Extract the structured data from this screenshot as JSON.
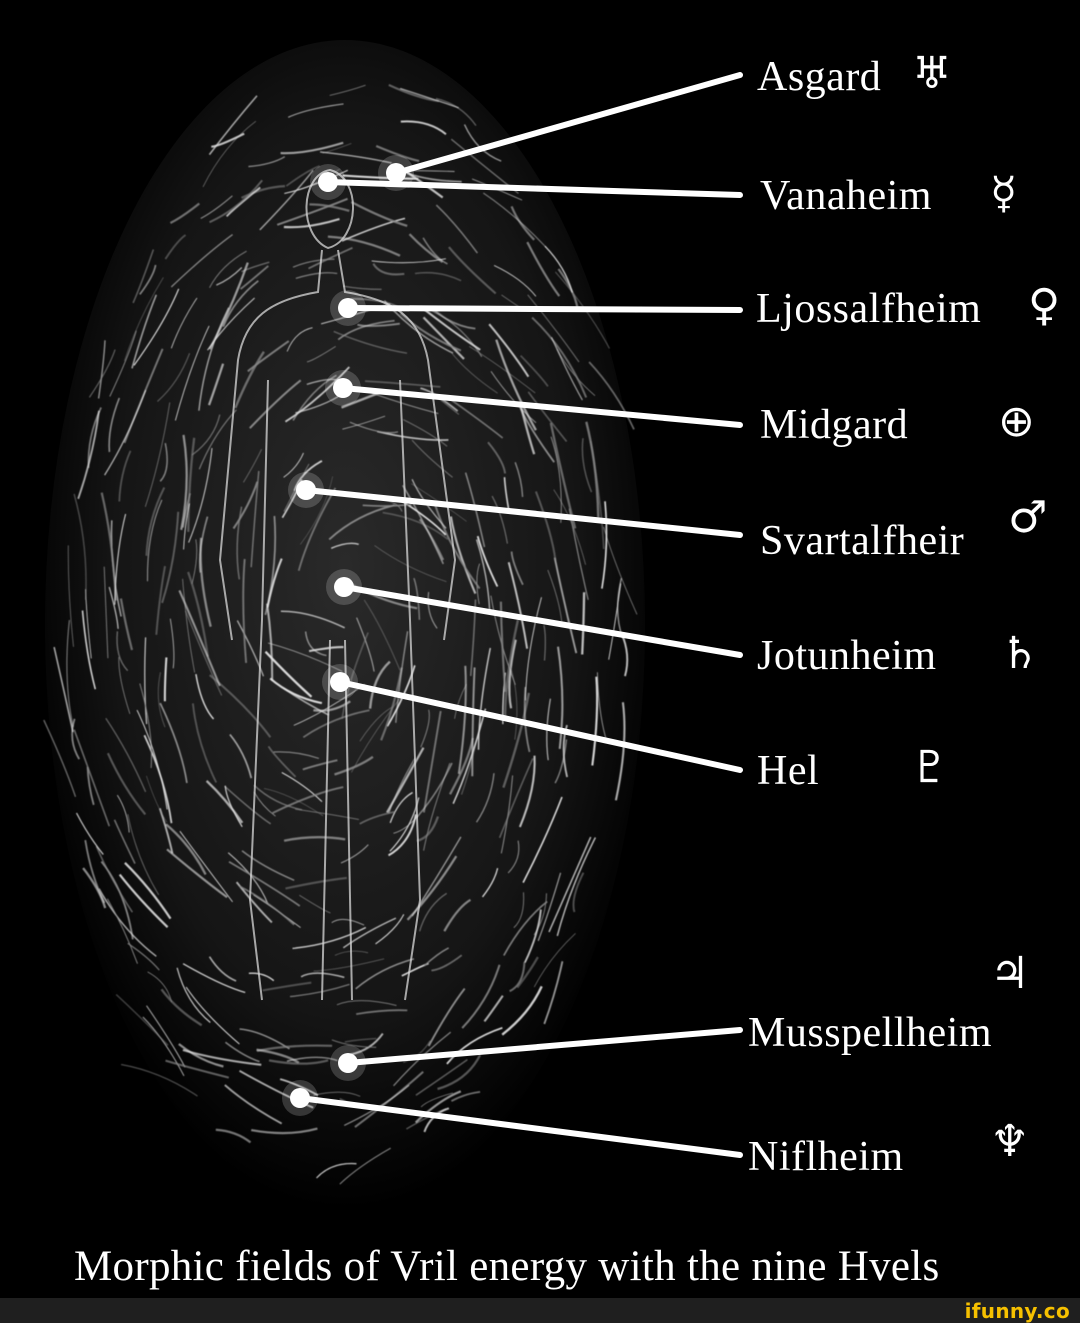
{
  "diagram": {
    "realms": [
      {
        "name": "Asgard",
        "symbol": "♅",
        "symbol_name": "uranus-icon"
      },
      {
        "name": "Vanaheim",
        "symbol": "☿",
        "symbol_name": "mercury-icon"
      },
      {
        "name": "Ljossalfheim",
        "symbol": "♀",
        "symbol_name": "venus-icon"
      },
      {
        "name": "Midgard",
        "symbol": "⊕",
        "symbol_name": "earth-icon"
      },
      {
        "name": "Svartalfheir",
        "symbol": "♂",
        "symbol_name": "mars-icon"
      },
      {
        "name": "Jotunheim",
        "symbol": "♄",
        "symbol_name": "saturn-icon"
      },
      {
        "name": "Hel",
        "symbol": "♇",
        "symbol_name": "pluto-icon"
      },
      {
        "name": "Musspellheim",
        "symbol": "♃",
        "symbol_name": "jupiter-icon"
      },
      {
        "name": "Niflheim",
        "symbol": "♆",
        "symbol_name": "neptune-icon"
      }
    ],
    "caption": "Morphic fields of Vril energy with the nine Hvels"
  },
  "watermark": "ifunny.co",
  "colors": {
    "background": "#000000",
    "lines": "#ffffff",
    "watermark": "#f6c000"
  }
}
